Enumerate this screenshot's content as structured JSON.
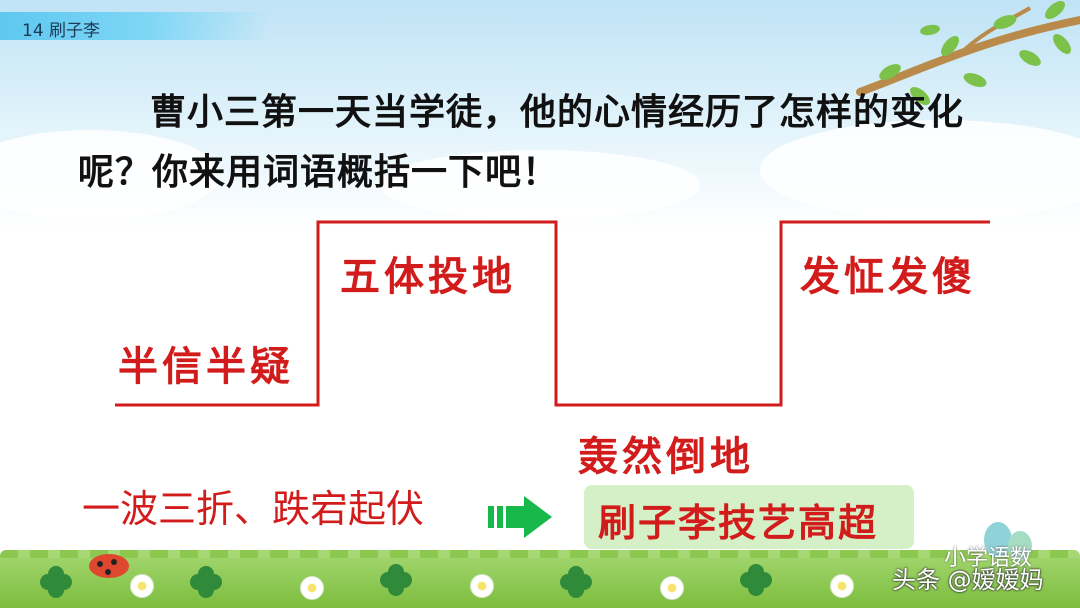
{
  "header": {
    "lesson": "14  刷子李"
  },
  "question": "曹小三第一天当学徒，他的心情经历了怎样的变化呢？你来用词语概括一下吧！",
  "mood_steps": [
    "半信半疑",
    "五体投地",
    "轰然倒地",
    "发怔发傻"
  ],
  "summary": {
    "left": "一波三折、跌宕起伏",
    "right": "刷子李技艺高超"
  },
  "watermark": {
    "line1": "小学语数",
    "line2": "头条 @嫒嫒妈"
  },
  "colors": {
    "accent_red": "#d21c1c",
    "result_box": "#d5efc6",
    "arrow_green": "#16b84a"
  }
}
